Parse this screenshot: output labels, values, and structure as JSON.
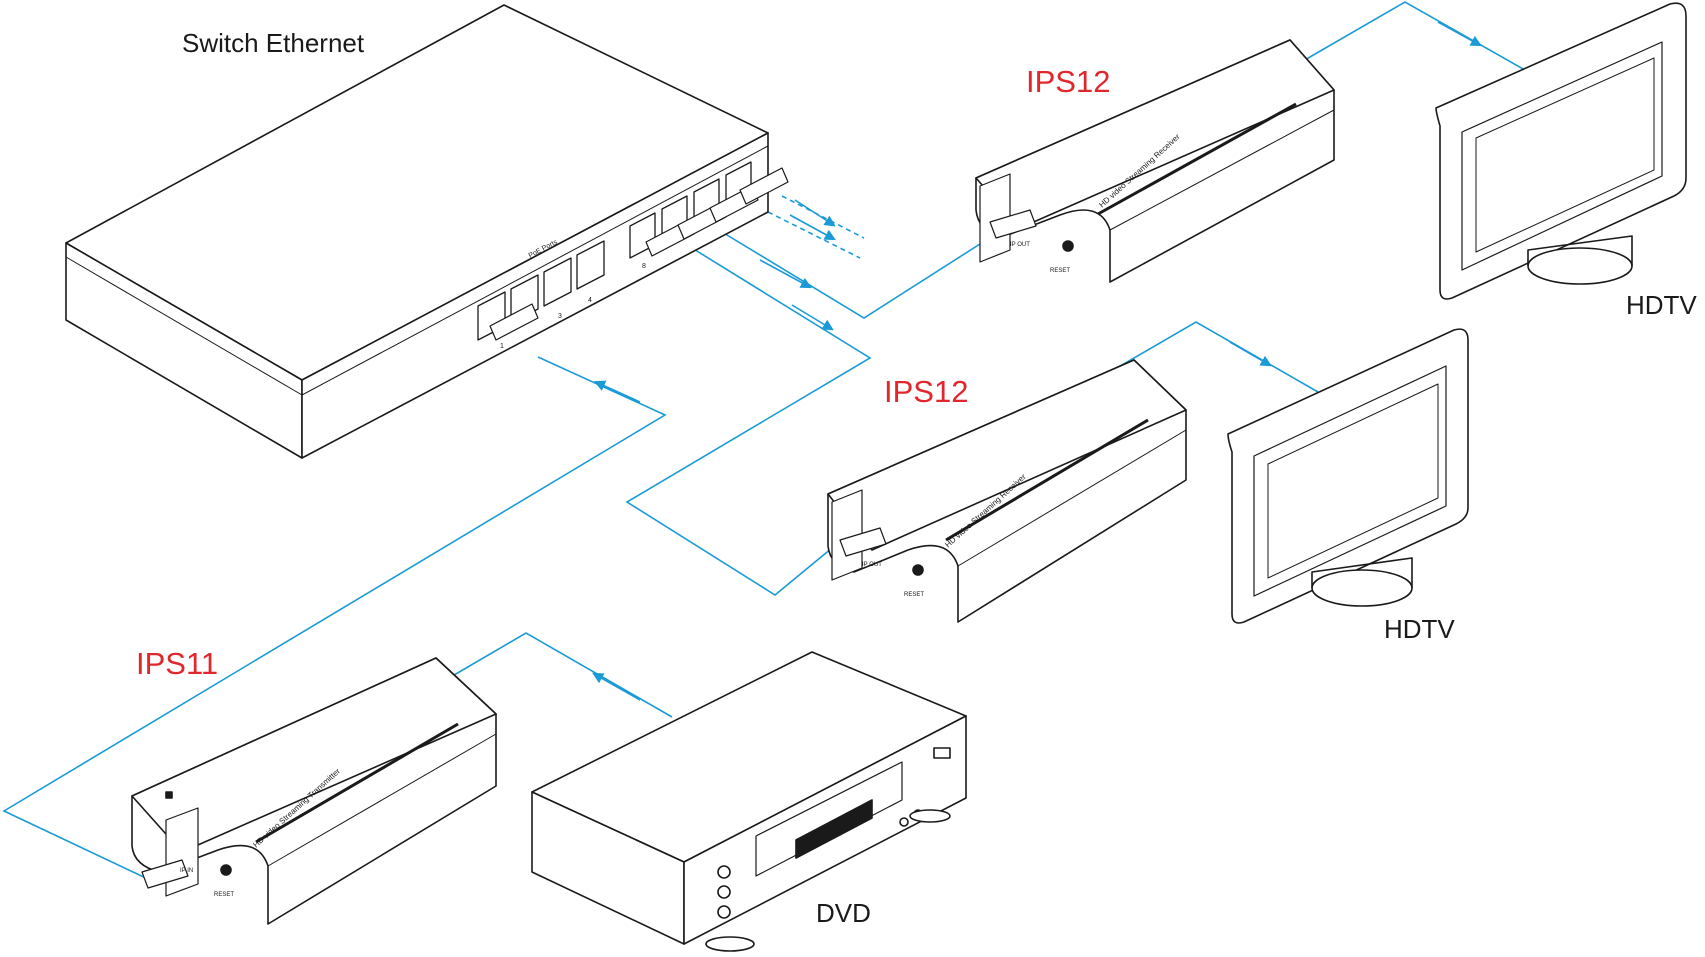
{
  "labels": {
    "switch": "Switch Ethernet",
    "receiver_top": "IPS12",
    "receiver_mid": "IPS12",
    "transmitter": "IPS11",
    "hdtv_top": "HDTV",
    "hdtv_mid": "HDTV",
    "dvd": "DVD"
  },
  "device_text": {
    "receiver_panel": "HD video Streaming Receiver",
    "transmitter_panel": "HD video Streaming Transmitter",
    "ip_out": "IP OUT",
    "ip_in": "IP IN",
    "reset": "RESET",
    "poe_ports": "PoE Ports",
    "port_1": "1",
    "port_3": "3",
    "port_4": "4",
    "port_8": "8"
  },
  "colors": {
    "cable": "#1a9bd7",
    "model_label": "#e0272d",
    "outline": "#1a1a1a",
    "body_fill": "#ffffff",
    "screen_fill": "#ffffff"
  }
}
